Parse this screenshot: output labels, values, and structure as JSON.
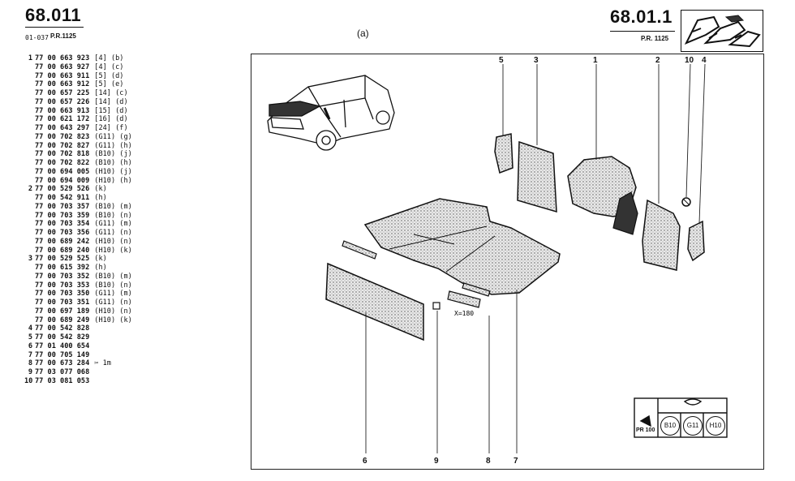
{
  "header_left": {
    "page": "68.011",
    "code": "01-037",
    "ref": "P.R.1125"
  },
  "header_right": {
    "page": "68.01.1",
    "ref": "P.R. 1125"
  },
  "view_label": "(a)",
  "parts": [
    {
      "num": "1",
      "code": "77 00 663 923",
      "attr": "[4] (b)"
    },
    {
      "num": "",
      "code": "77 00 663 927",
      "attr": "[4] (c)"
    },
    {
      "num": "",
      "code": "77 00 663 911",
      "attr": "[5] (d)"
    },
    {
      "num": "",
      "code": "77 00 663 912",
      "attr": "[5] (e)"
    },
    {
      "num": "",
      "code": "77 00 657 225",
      "attr": "[14] (c)"
    },
    {
      "num": "",
      "code": "77 00 657 226",
      "attr": "[14] (d)"
    },
    {
      "num": "",
      "code": "77 00 663 913",
      "attr": "[15] (d)"
    },
    {
      "num": "",
      "code": "77 00 621 172",
      "attr": "[16] (d)"
    },
    {
      "num": "",
      "code": "77 00 643 297",
      "attr": "[24] (f)"
    },
    {
      "num": "",
      "code": "77 00 702 823",
      "attr": "(G11) (g)"
    },
    {
      "num": "",
      "code": "77 00 702 827",
      "attr": "(G11) (h)"
    },
    {
      "num": "",
      "code": "77 00 702 818",
      "attr": "(B10) (j)"
    },
    {
      "num": "",
      "code": "77 00 702 822",
      "attr": "(B10) (h)"
    },
    {
      "num": "",
      "code": "77 00 694 005",
      "attr": "(H10) (j)"
    },
    {
      "num": "",
      "code": "77 00 694 009",
      "attr": "(H10) (h)"
    },
    {
      "num": "2",
      "code": "77 00 529 526",
      "attr": "(k)"
    },
    {
      "num": "",
      "code": "77 00 542 911",
      "attr": "(h)"
    },
    {
      "num": "",
      "code": "77 00 703 357",
      "attr": "(B10) (m)"
    },
    {
      "num": "",
      "code": "77 00 703 359",
      "attr": "(B10) (n)"
    },
    {
      "num": "",
      "code": "77 00 703 354",
      "attr": "(G11) (m)"
    },
    {
      "num": "",
      "code": "77 00 703 356",
      "attr": "(G11) (n)"
    },
    {
      "num": "",
      "code": "77 00 689 242",
      "attr": "(H10) (n)"
    },
    {
      "num": "",
      "code": "77 00 689 240",
      "attr": "(H10) (k)"
    },
    {
      "num": "3",
      "code": "77 00 529 525",
      "attr": "(k)"
    },
    {
      "num": "",
      "code": "77 00 615 392",
      "attr": "(h)"
    },
    {
      "num": "",
      "code": "77 00 703 352",
      "attr": "(B10) (m)"
    },
    {
      "num": "",
      "code": "77 00 703 353",
      "attr": "(B10) (n)"
    },
    {
      "num": "",
      "code": "77 00 703 350",
      "attr": "(G11) (m)"
    },
    {
      "num": "",
      "code": "77 00 703 351",
      "attr": "(G11) (n)"
    },
    {
      "num": "",
      "code": "77 00 697 189",
      "attr": "(H10) (n)"
    },
    {
      "num": "",
      "code": "77 00 689 249",
      "attr": "(H10) (k)"
    },
    {
      "num": "4",
      "code": "77 00 542 828",
      "attr": ""
    },
    {
      "num": "5",
      "code": "77 00 542 829",
      "attr": ""
    },
    {
      "num": "6",
      "code": "77 01 400 654",
      "attr": ""
    },
    {
      "num": "7",
      "code": "77 00 705 149",
      "attr": ""
    },
    {
      "num": "8",
      "code": "77 00 673 284",
      "attr": "✂ 1m"
    },
    {
      "num": "9",
      "code": "77 03 077 068",
      "attr": ""
    },
    {
      "num": "10",
      "code": "77 03 081 053",
      "attr": ""
    }
  ],
  "callouts_top": [
    "5",
    "3",
    "1",
    "2",
    "10",
    "4"
  ],
  "callouts_bottom": [
    "6",
    "9",
    "8",
    "7"
  ],
  "dimension_label": "X=180",
  "version_box": {
    "pr": "PR 100",
    "versions": [
      "B10",
      "G11",
      "H10"
    ]
  }
}
